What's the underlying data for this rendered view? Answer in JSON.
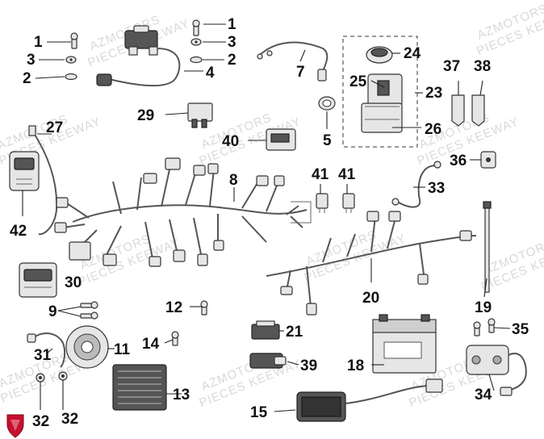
{
  "watermark": {
    "line1": "AZMOTORS",
    "line2": "PIECES KEEWAY"
  },
  "brand_logo": "shield-logo",
  "callouts": [
    {
      "id": "c1a",
      "label": "1"
    },
    {
      "id": "c3a",
      "label": "3"
    },
    {
      "id": "c2a",
      "label": "2"
    },
    {
      "id": "c1b",
      "label": "1"
    },
    {
      "id": "c3b",
      "label": "3"
    },
    {
      "id": "c2b",
      "label": "2"
    },
    {
      "id": "c4",
      "label": "4"
    },
    {
      "id": "c7",
      "label": "7"
    },
    {
      "id": "c24",
      "label": "24"
    },
    {
      "id": "c25",
      "label": "25"
    },
    {
      "id": "c23",
      "label": "23"
    },
    {
      "id": "c26",
      "label": "26"
    },
    {
      "id": "c37",
      "label": "37"
    },
    {
      "id": "c38",
      "label": "38"
    },
    {
      "id": "c29",
      "label": "29"
    },
    {
      "id": "c5",
      "label": "5"
    },
    {
      "id": "c27",
      "label": "27"
    },
    {
      "id": "c40",
      "label": "40"
    },
    {
      "id": "c36",
      "label": "36"
    },
    {
      "id": "c8",
      "label": "8"
    },
    {
      "id": "c41a",
      "label": "41"
    },
    {
      "id": "c41b",
      "label": "41"
    },
    {
      "id": "c33",
      "label": "33"
    },
    {
      "id": "c42",
      "label": "42"
    },
    {
      "id": "c30",
      "label": "30"
    },
    {
      "id": "c20",
      "label": "20"
    },
    {
      "id": "c19",
      "label": "19"
    },
    {
      "id": "c9",
      "label": "9"
    },
    {
      "id": "c12",
      "label": "12"
    },
    {
      "id": "c11",
      "label": "11"
    },
    {
      "id": "c14",
      "label": "14"
    },
    {
      "id": "c21",
      "label": "21"
    },
    {
      "id": "c35",
      "label": "35"
    },
    {
      "id": "c31",
      "label": "31"
    },
    {
      "id": "c18",
      "label": "18"
    },
    {
      "id": "c39",
      "label": "39"
    },
    {
      "id": "c13",
      "label": "13"
    },
    {
      "id": "c34",
      "label": "34"
    },
    {
      "id": "c15",
      "label": "15"
    },
    {
      "id": "c32a",
      "label": "32"
    },
    {
      "id": "c32b",
      "label": "32"
    }
  ]
}
